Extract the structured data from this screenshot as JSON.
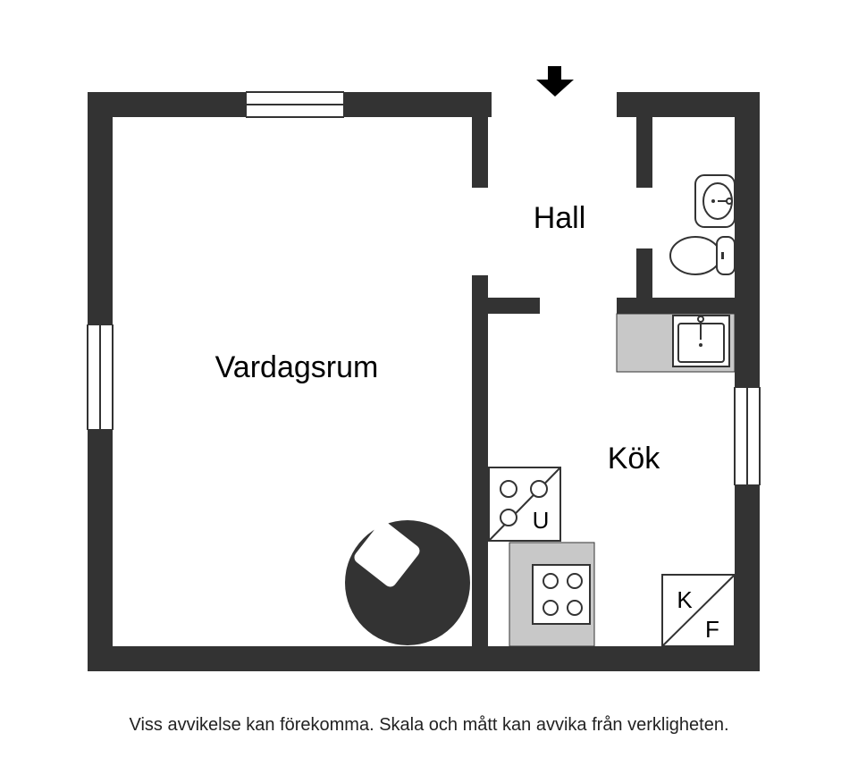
{
  "rooms": {
    "vardagsrum": "Vardagsrum",
    "hall": "Hall",
    "kok": "Kök"
  },
  "fixtures": {
    "freezer_label": "U",
    "fridge_label_top": "K",
    "fridge_label_bottom": "F"
  },
  "disclaimer": "Viss avvikelse kan förekomma. Skala och mått kan avvika från verkligheten.",
  "colors": {
    "wall": "#333333",
    "counter": "#c8c8c8",
    "background": "#ffffff"
  },
  "icons": {
    "entrance": "arrow-down-icon"
  }
}
